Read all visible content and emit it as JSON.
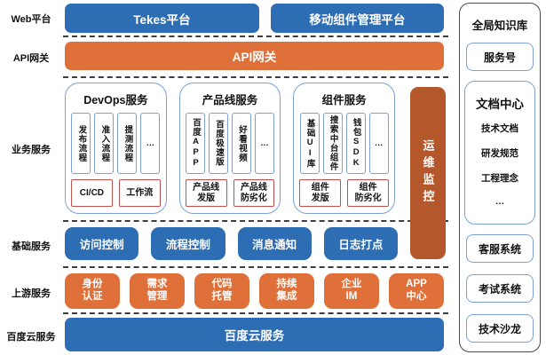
{
  "left_labels": [
    "Web平台",
    "API网关",
    "业务服务",
    "基础服务",
    "上游服务",
    "百度云服务"
  ],
  "web_row": {
    "tekes": "Tekes平台",
    "mobile": "移动组件管理平台"
  },
  "api_gateway": "API网关",
  "business": {
    "groups": [
      {
        "title": "DevOps服务",
        "columns": [
          "发布流程",
          "准入流程",
          "提测流程",
          "…"
        ],
        "footers": [
          "CI/CD",
          "工作流"
        ]
      },
      {
        "title": "产品线服务",
        "columns": [
          "百度APP",
          "百度极速版",
          "好看视频",
          "…"
        ],
        "footers": [
          "产品线\n发版",
          "产品线\n防劣化"
        ]
      },
      {
        "title": "组件服务",
        "columns": [
          "基础UI库",
          "搜索中台组件",
          "钱包SDK",
          "…"
        ],
        "footers": [
          "组件\n发版",
          "组件\n防劣化"
        ]
      }
    ],
    "monitor": "运维监控"
  },
  "base_services": [
    "访问控制",
    "流程控制",
    "消息通知",
    "日志打点"
  ],
  "upstream_services": [
    "身份\n认证",
    "需求\n管理",
    "代码\n托管",
    "持续\n集成",
    "企业\nIM",
    "APP\n中心"
  ],
  "cloud": "百度云服务",
  "right_panel": {
    "title": "全局知识库",
    "service_account": "服务号",
    "doc_center": {
      "title": "文档中心",
      "items": [
        "技术文档",
        "研发规范",
        "工程理念",
        "…"
      ]
    },
    "systems": [
      "客服系统",
      "考试系统",
      "技术沙龙"
    ]
  },
  "colors": {
    "blue": "#2d6db3",
    "orange": "#e0703a",
    "dark_orange": "#b4572b",
    "red_border": "#c0504d",
    "light_blue_border": "#7ea0d4"
  }
}
